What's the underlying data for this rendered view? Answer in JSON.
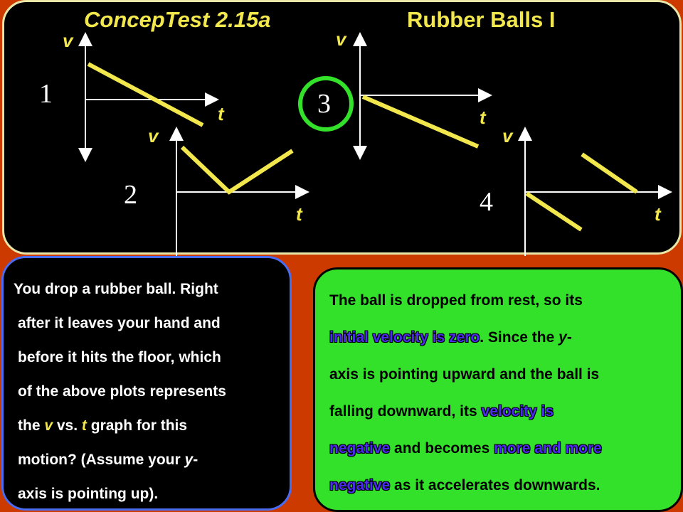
{
  "title": {
    "left": "ConcepTest 2.15a",
    "right": "Rubber Balls I"
  },
  "graphs": [
    {
      "number": "1",
      "v_label": "v",
      "t_label": "t"
    },
    {
      "number": "2",
      "v_label": "v",
      "t_label": "t"
    },
    {
      "number": "3",
      "v_label": "v",
      "t_label": "t",
      "circled": true
    },
    {
      "number": "4",
      "v_label": "v",
      "t_label": "t"
    }
  ],
  "question": {
    "line1": "You drop a rubber ball.  Right",
    "line2": "after it leaves your hand and",
    "line3": "before it hits the floor, which",
    "line4": "of the above plots represents",
    "line5_a": "the ",
    "line5_v": "v",
    "line5_b": " vs. ",
    "line5_t": "t",
    "line5_c": " graph for this",
    "line6_a": "motion?    (Assume your ",
    "line6_y": "y",
    "line6_b": "-",
    "line7": "axis is pointing up)."
  },
  "answer": {
    "p1": "The ball is dropped from rest, so its",
    "hl1": "initial velocity is zero",
    "p2": ".  Since the ",
    "p2_y": "y",
    "p3": "-",
    "p4": "axis is pointing upward and the ball is",
    "p5": "falling downward, its ",
    "hl2": "velocity is",
    "hl3": "negative",
    "p6": " and becomes ",
    "hl4": "more and more",
    "hl5": "negative",
    "p7": " as it accelerates downwards."
  },
  "colors": {
    "background": "#cc3a00",
    "accent_yellow": "#f2e84e",
    "answer_green": "#33e02a",
    "highlight_blue": "#4b2af2",
    "circle_green": "#33e02a"
  }
}
